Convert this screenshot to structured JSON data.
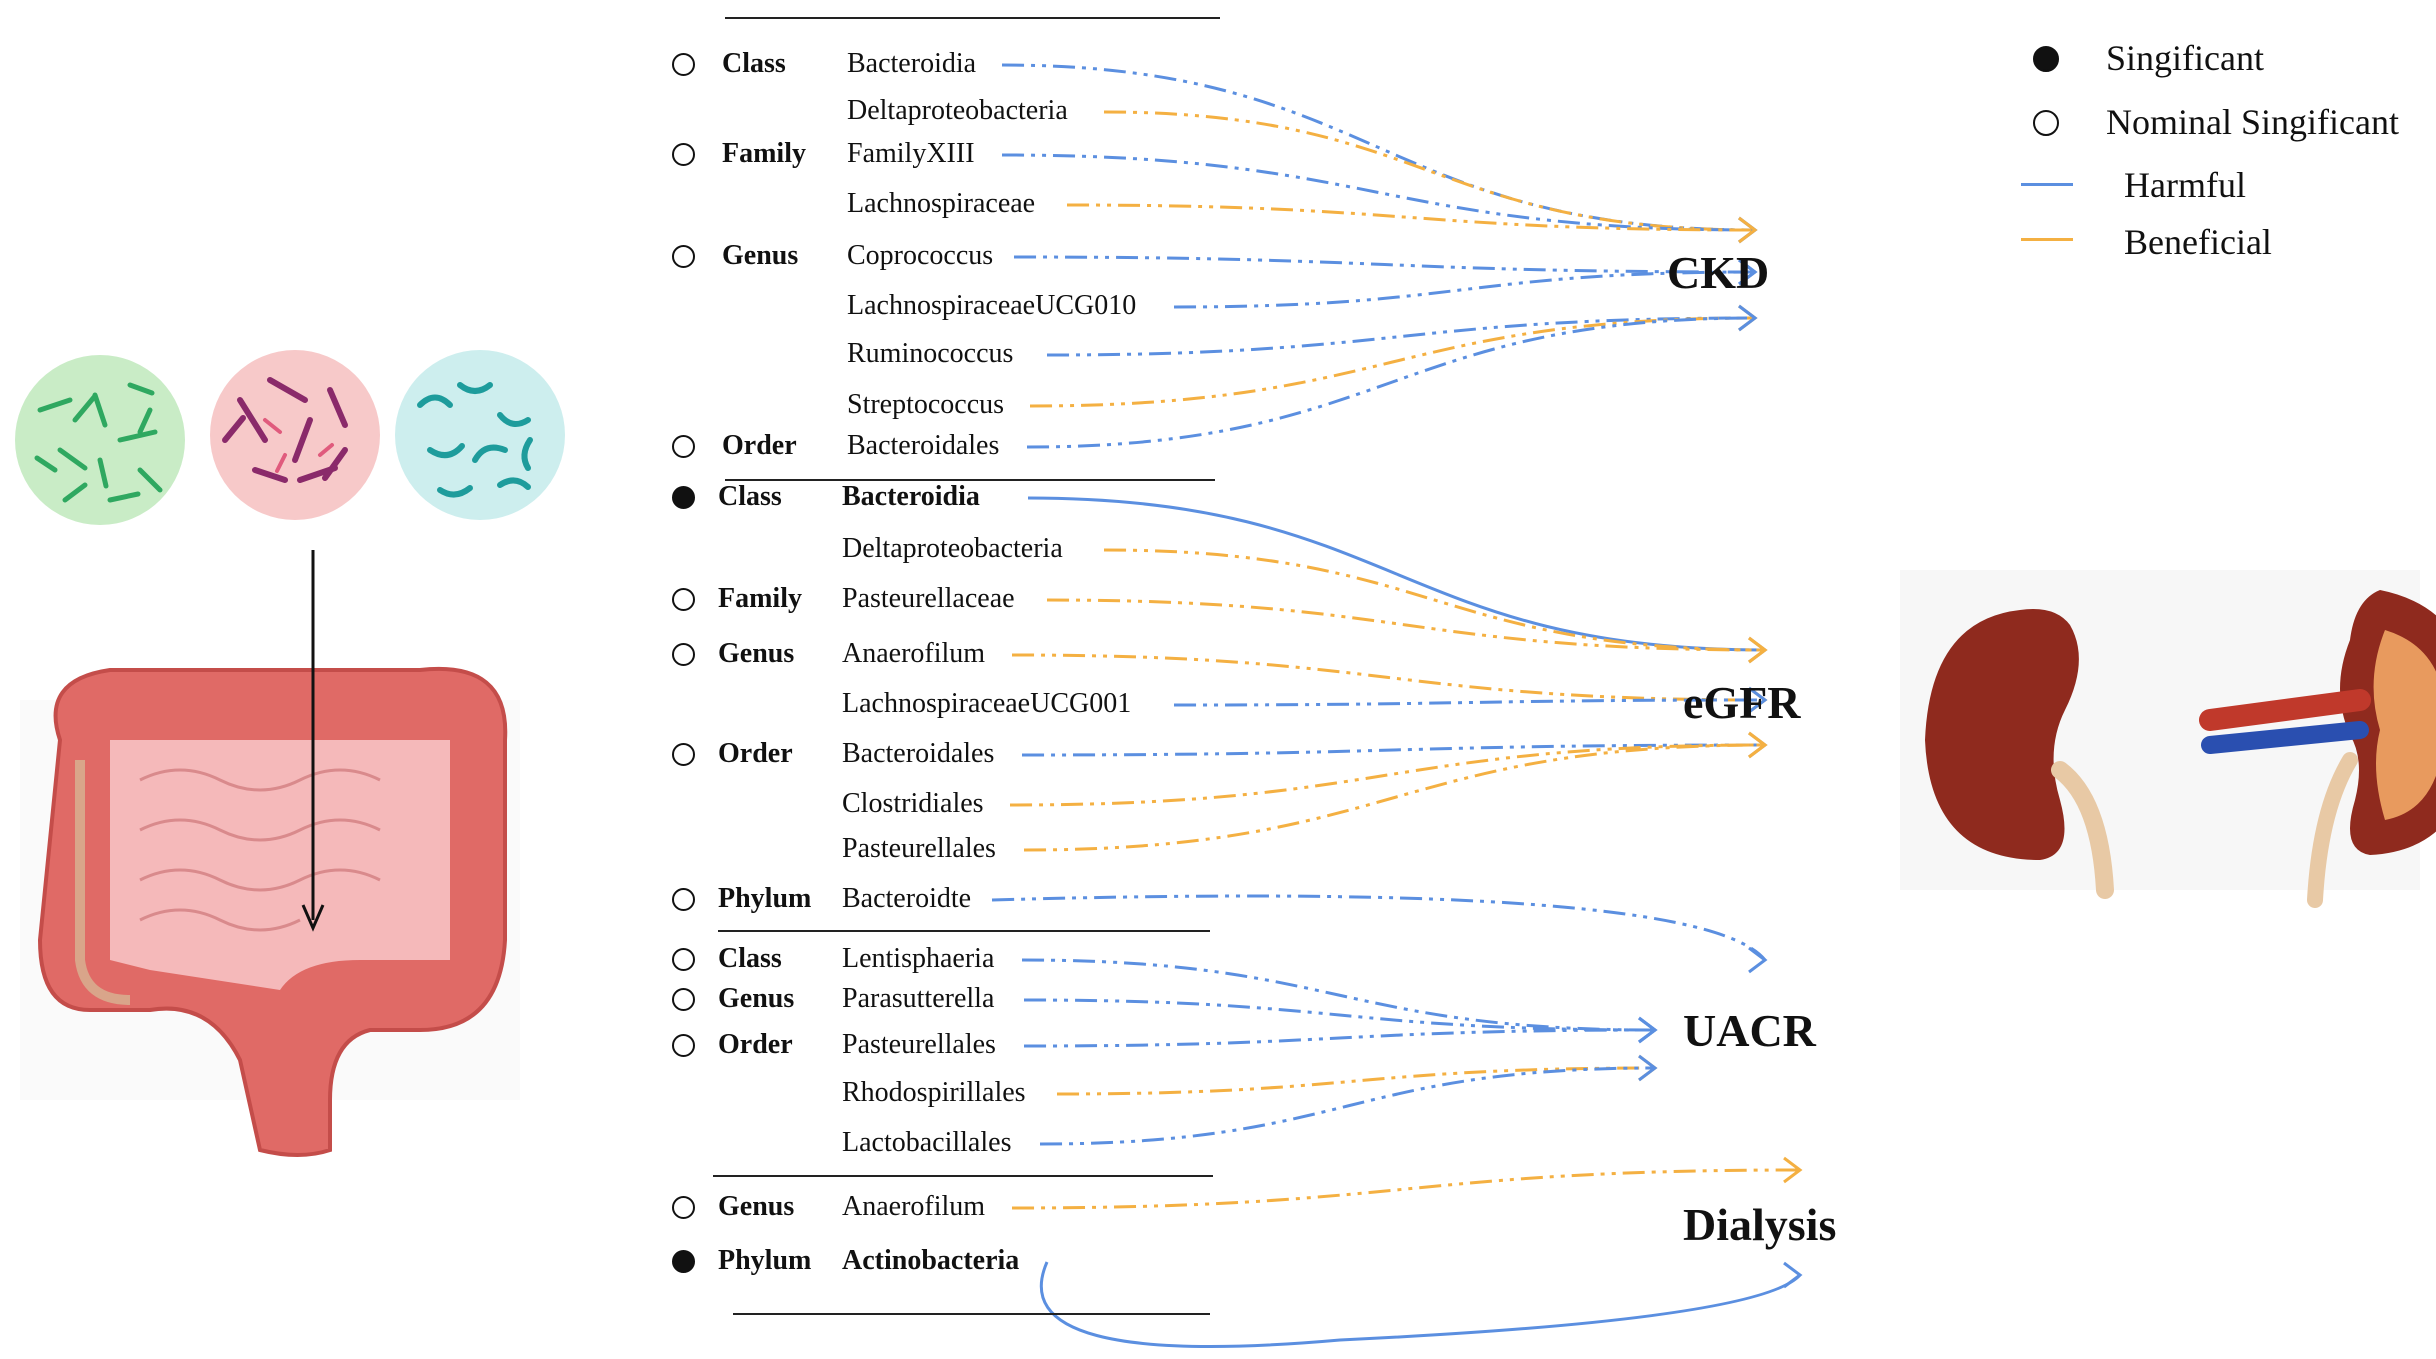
{
  "colors": {
    "harmful": "#5B8FE0",
    "beneficial": "#F4B042",
    "ink": "#111111"
  },
  "legend": {
    "significant": "Singificant",
    "nominal": "Nominal Singificant",
    "harmful": "Harmful",
    "beneficial": "Beneficial"
  },
  "outcomes": {
    "ckd": "CKD",
    "egfr": "eGFR",
    "uacr": "UACR",
    "dialysis": "Dialysis"
  },
  "sections": [
    {
      "outcome": "CKD",
      "rows": [
        {
          "level": "Class",
          "significance": "nominal",
          "taxon": "Bacteroidia",
          "effect": "harmful"
        },
        {
          "level": "",
          "significance": "",
          "taxon": "Deltaproteobacteria",
          "effect": "beneficial"
        },
        {
          "level": "Family",
          "significance": "nominal",
          "taxon": "FamilyXIII",
          "effect": "harmful"
        },
        {
          "level": "",
          "significance": "",
          "taxon": "Lachnospiraceae",
          "effect": "beneficial"
        },
        {
          "level": "Genus",
          "significance": "nominal",
          "taxon": "Coprococcus",
          "effect": "harmful"
        },
        {
          "level": "",
          "significance": "",
          "taxon": "LachnospiraceaeUCG010",
          "effect": "harmful"
        },
        {
          "level": "",
          "significance": "",
          "taxon": "Ruminococcus",
          "effect": "harmful"
        },
        {
          "level": "",
          "significance": "",
          "taxon": "Streptococcus",
          "effect": "beneficial"
        },
        {
          "level": "Order",
          "significance": "nominal",
          "taxon": "Bacteroidales",
          "effect": "harmful"
        }
      ]
    },
    {
      "outcome": "eGFR",
      "rows": [
        {
          "level": "Class",
          "significance": "significant",
          "taxon": "Bacteroidia",
          "effect": "harmful"
        },
        {
          "level": "",
          "significance": "",
          "taxon": "Deltaproteobacteria",
          "effect": "beneficial"
        },
        {
          "level": "Family",
          "significance": "nominal",
          "taxon": "Pasteurellaceae",
          "effect": "beneficial"
        },
        {
          "level": "Genus",
          "significance": "nominal",
          "taxon": "Anaerofilum",
          "effect": "beneficial"
        },
        {
          "level": "",
          "significance": "",
          "taxon": "LachnospiraceaeUCG001",
          "effect": "harmful"
        },
        {
          "level": "Order",
          "significance": "nominal",
          "taxon": "Bacteroidales",
          "effect": "harmful"
        },
        {
          "level": "",
          "significance": "",
          "taxon": "Clostridiales",
          "effect": "beneficial"
        },
        {
          "level": "",
          "significance": "",
          "taxon": "Pasteurellales",
          "effect": "beneficial"
        },
        {
          "level": "Phylum",
          "significance": "nominal",
          "taxon": "Bacteroidte",
          "effect": "harmful"
        }
      ]
    },
    {
      "outcome": "UACR",
      "rows": [
        {
          "level": "Class",
          "significance": "nominal",
          "taxon": "Lentisphaeria",
          "effect": "harmful"
        },
        {
          "level": "Genus",
          "significance": "nominal",
          "taxon": "Parasutterella",
          "effect": "harmful"
        },
        {
          "level": "Order",
          "significance": "nominal",
          "taxon": "Pasteurellales",
          "effect": "harmful"
        },
        {
          "level": "",
          "significance": "",
          "taxon": "Rhodospirillales",
          "effect": "beneficial"
        },
        {
          "level": "",
          "significance": "",
          "taxon": "Lactobacillales",
          "effect": "harmful"
        }
      ]
    },
    {
      "outcome": "Dialysis",
      "rows": [
        {
          "level": "Genus",
          "significance": "nominal",
          "taxon": "Anaerofilum",
          "effect": "beneficial"
        },
        {
          "level": "Phylum",
          "significance": "significant",
          "taxon": "Actinobacteria",
          "effect": "harmful"
        }
      ]
    }
  ],
  "illustrations": {
    "left": [
      "bacteria-culture-icon",
      "intestine-icon"
    ],
    "right": [
      "kidney-icon",
      "kidney-cross-section-icon"
    ]
  }
}
